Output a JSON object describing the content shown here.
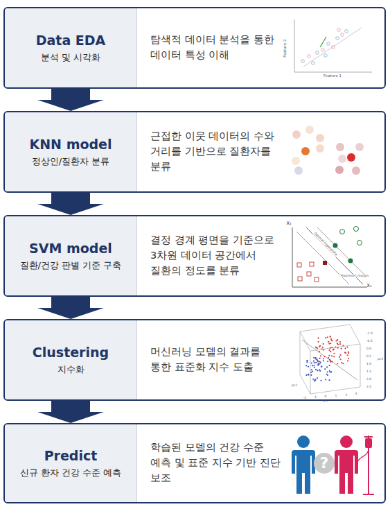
{
  "diagram": {
    "nodes": [
      {
        "text": [
          "탐색적 데이터 분석을 통한 데이터 특성 이해"
        ]
      },
      {
        "text": [
          "Data EDA",
          "분석 및 시각화"
        ],
        "in": 0
      },
      {
        "text": [
          "근접한 이웃 데이터의 수와 거리를 기반으로 질환자를 분류"
        ]
      },
      {
        "text": [
          "KNN model",
          "정상인/질환자 분류"
        ],
        "in": 2
      },
      {
        "text": [
          "결정 경계 평면을 기준으로 3차원 데이터 공간에서 질환의 정도를 분류"
        ]
      },
      {
        "text": [
          "SVM model",
          "질환/건강 판별 기준 구축"
        ],
        "in": 4
      },
      {
        "text": [
          "머신러닝 모델의 결과를 통한 표준화 지수 도출"
        ]
      },
      {
        "text": [
          "Clustering",
          "지수화"
        ],
        "in": 6
      },
      {
        "text": [
          "학습된 모델의 건강 수준 예측 및 표준 지수 기반 진단 보조"
        ]
      },
      {
        "text": [
          "Predict",
          "신규 환자 건강 수준 예측"
        ],
        "in": 8
      }
    ],
    "edges": [
      {
        "from": 0,
        "to": 2,
        "arrow": "to"
      },
      {
        "from": 2,
        "to": 4,
        "arrow": "to"
      },
      {
        "from": 4,
        "to": 6,
        "arrow": "to"
      },
      {
        "from": 6,
        "to": 8,
        "arrow": "to"
      }
    ],
    "labels": [
      "Feature 2",
      "Feature 1",
      "X₂",
      "X₁",
      "Optimal hyperplane",
      "Maximum margin",
      "-1.0",
      "-0.5",
      "0.0",
      "0.5",
      "1.0",
      "1.5",
      "2.0",
      "2.5",
      "pc3",
      "-2",
      "-1",
      "0",
      "1",
      "2",
      "3",
      "pc1",
      "pc2",
      "?"
    ]
  }
}
